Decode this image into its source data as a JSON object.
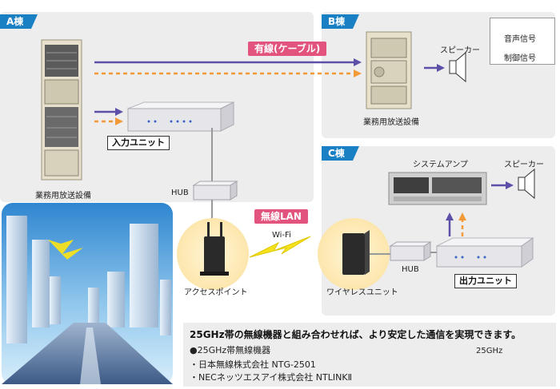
{
  "buildings": {
    "a": {
      "tab": "A棟",
      "device_label": "業務用放送設備",
      "unit_label": "入力ユニット"
    },
    "b": {
      "tab": "B棟",
      "device_label": "業務用放送設備",
      "speaker_label": "スピーカー"
    },
    "c": {
      "tab": "C棟",
      "amp_label": "システムアンプ",
      "speaker_label": "スピーカー",
      "hub_label": "HUB",
      "wireless_label": "ワイヤレスユニット",
      "unit_label": "出力ユニット"
    }
  },
  "connections": {
    "wired": "有線(ケーブル)",
    "wireless": "無線LAN",
    "wifi": "Wi-Fi",
    "hub": "HUB",
    "access_point": "アクセスポイント"
  },
  "legend": {
    "audio": "音声信号",
    "control": "制御信号",
    "audio_color": "#5b4fa8",
    "control_color": "#f29a38"
  },
  "info": {
    "title": "25GHz帯の無線機器と組み合わせれば、より安定した通信を実現できます。",
    "heading": "●25GHz帯無線機器",
    "items": [
      "・日本無線株式会社 NTG-2501",
      "・NECネッツエスアイ株式会社 NTLINKⅡ"
    ],
    "antenna_label": "25GHz"
  }
}
